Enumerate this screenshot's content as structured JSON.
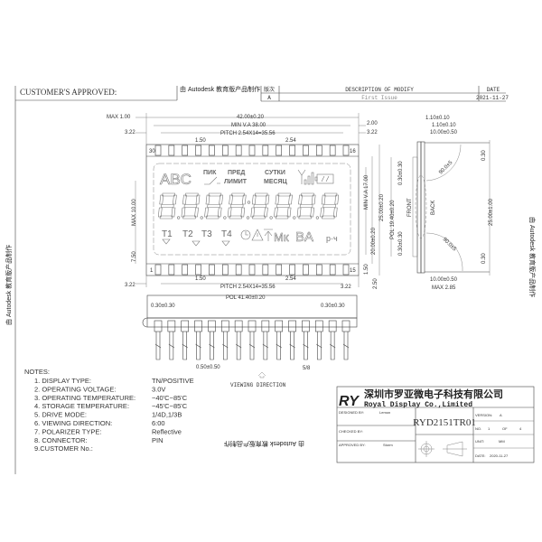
{
  "header": {
    "customer_approved": "CUSTOMER'S APPROVED:",
    "watermark": "由 Autodesk 教育版产品制作",
    "revision_table": {
      "col_rev": "版次",
      "col_desc": "DESCRIPTION OF MODIFY",
      "col_date": "DATE",
      "rows": [
        {
          "rev": "A",
          "desc": "First Issue",
          "date": "2021-11-27"
        }
      ]
    }
  },
  "lcd": {
    "pin_labels": {
      "top_left": "30",
      "top_right": "16",
      "bottom_left": "1",
      "bottom_right": "15"
    },
    "pin_count_per_row": 15,
    "digit_count": 8,
    "segments": {
      "abc": "ABC",
      "pik": "ПИК",
      "pred": "ПРЕД",
      "limit": "ЛИМИТ",
      "sutki": "СУТКИ",
      "mesyac": "МЕСЯЦ",
      "t1": "T1",
      "t2": "T2",
      "t3": "T3",
      "t4": "T4",
      "mk": "Мк",
      "ba": "BA",
      "rch": "р·ч"
    }
  },
  "dimensions": {
    "top": {
      "width": "42.00±0.20",
      "min_va": "MIN V.A 38.00",
      "pitch": "PITCH 2.54X14=35.56",
      "max": "MAX 1.00",
      "left_322": "3.22",
      "right_200": "2.00",
      "right_322": "3.22",
      "pin_width": "1.50",
      "pin_pitch": "2.54"
    },
    "left": {
      "max_height": "MAX 10.00",
      "offset": "7.50"
    },
    "bottom": {
      "pin_width": "1.50",
      "pin_pitch": "2.54",
      "left_322": "3.22",
      "pitch": "PITCH 2.54X14=35.56",
      "right_322": "3.22",
      "pin_len": "1.50",
      "pin_off": "2.50"
    },
    "right": {
      "min_va": "MIN V.A 17.00",
      "height": "20.00±0.20",
      "outer": "25.00±0.20"
    },
    "side_view": {
      "pol": "POL 41.40±0.20",
      "left_off": "0.30±0.30",
      "right_off": "0.30±0.30",
      "pin_tol": "0.50±0.50",
      "pin_frac": "5/8"
    },
    "end_view": {
      "t1": "1.10±0.10",
      "t2": "1.10±0.10",
      "pin_len_top": "10.00±0.50",
      "pol": "POL 19.40±0.20",
      "pol_top": "0.30±0.30",
      "pol_bottom": "0.30±0.30",
      "front": "FRONT",
      "back": "BACK",
      "angle_top": "90.0±5",
      "angle_bottom": "90.0±5",
      "gap_top": "0.30",
      "total": "25.00±1.00",
      "gap_bottom": "0.30",
      "pin_len_bottom": "10.00±0.50",
      "max_thick": "MAX 2.85"
    }
  },
  "viewing_direction": "VIEWING DIRECTION",
  "notes": {
    "title": "NOTES:",
    "items": [
      {
        "label": "1. DISPLAY TYPE:",
        "value": "TN/POSITIVE"
      },
      {
        "label": "2. OPERATING VOLTAGE:",
        "value": "3.0V"
      },
      {
        "label": "3. OPERATING TEMPERATURE:",
        "value": "−40'C~85'C"
      },
      {
        "label": "4. STORAGE TEMPERATURE:",
        "value": "−45'C~85'C"
      },
      {
        "label": "5. DRIVE MODE:",
        "value": "1/4D,1/3B"
      },
      {
        "label": "6. VIEWING DIRECTION:",
        "value": "6:00"
      },
      {
        "label": "7. POLARIZER TYPE:",
        "value": "Reflective"
      },
      {
        "label": "8. CONNECTOR:",
        "value": "PIN"
      },
      {
        "label": "9.CUSTOMER No.:",
        "value": ""
      }
    ]
  },
  "title_block": {
    "company_cn": "深圳市罗亚微电子科技有限公司",
    "company_en": "Royal Display Co.,Limited",
    "logo": "RY",
    "designed_by_label": "DESIGNED BY:",
    "designed_by": "Lemon",
    "checked_by_label": "CHECKED BY:",
    "approved_by_label": "APPROVED BY:",
    "approved_by": "Storm",
    "part_no": "RYD2151TR01",
    "version_label": "VERSION:",
    "version": "A",
    "no_label": "NO.",
    "no": "1",
    "of_label": "OF",
    "of": "4",
    "unit_label": "UNIT:",
    "unit": "MM",
    "date_label": "DATE:",
    "date": "2020-11-27"
  }
}
